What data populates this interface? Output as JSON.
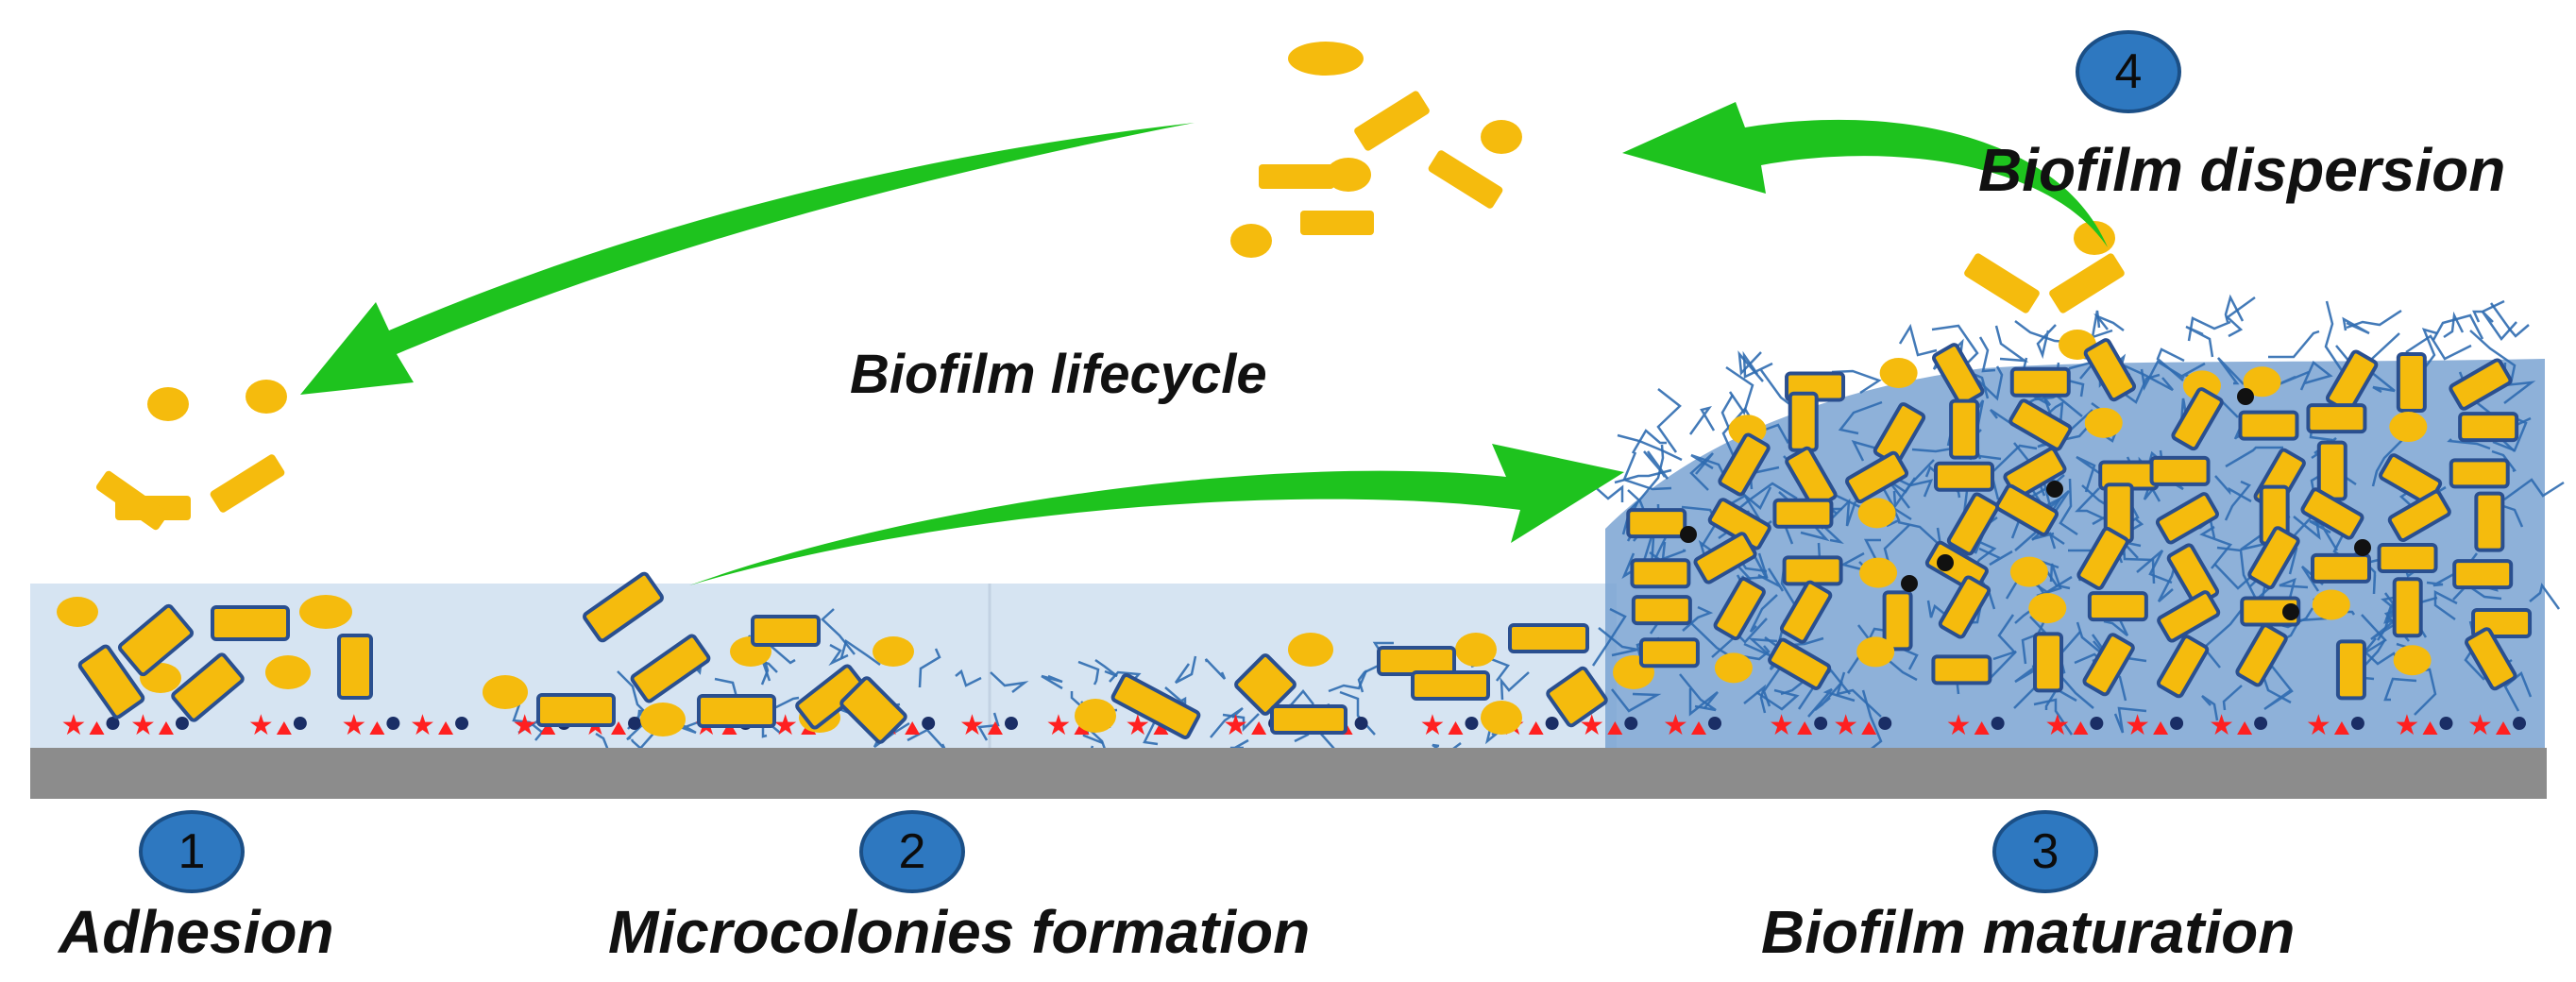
{
  "title": "Biofilm lifecycle",
  "stages": [
    {
      "number": "1",
      "label": "Adhesion"
    },
    {
      "number": "2",
      "label": "Microcolonies formation"
    },
    {
      "number": "3",
      "label": "Biofilm maturation"
    },
    {
      "number": "4",
      "label": "Biofilm dispersion"
    }
  ],
  "colors": {
    "arrow": "#1ec31e",
    "cell": "#f5bb0d",
    "cell_outline": "#2a4f8f",
    "film": "#d6e4f2",
    "matrix": "#7aa3d2",
    "fiber": "#2f6bb0",
    "substrate": "#8c8c8c",
    "badge": "#2e78c0",
    "star": "#ff2020",
    "dot": "#1a2e66"
  }
}
